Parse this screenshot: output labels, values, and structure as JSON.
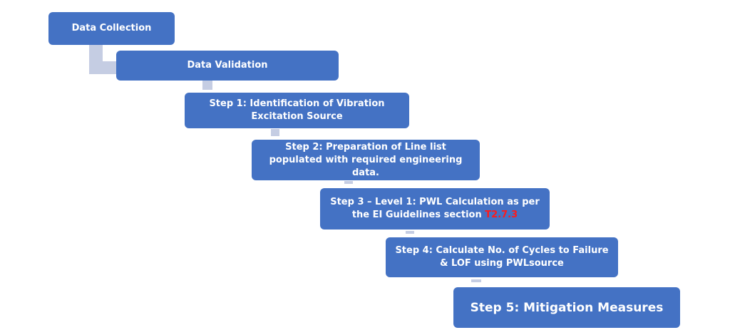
{
  "steps": [
    {
      "label": "Data Collection"
    },
    {
      "label": "Data Validation"
    },
    {
      "label": "Step 1: Identification of Vibration Excitation Source"
    },
    {
      "label": "Step 2: Preparation of Line list populated with required engineering data."
    },
    {
      "label": "Step 3 – Level 1: PWL Calculation as per the EI Guidelines section",
      "highlight": "T2.7.3"
    },
    {
      "label": "Step 4: Calculate No. of Cycles to Failure & LOF using PWLsource"
    },
    {
      "label": "Step 5: Mitigation Measures"
    }
  ],
  "colors": {
    "box": "#4472c4",
    "text": "#ffffff",
    "connector": "#c5cde3",
    "highlight": "#ff1a1a"
  }
}
